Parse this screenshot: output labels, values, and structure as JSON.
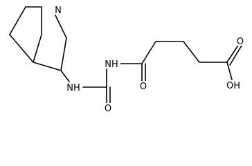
{
  "labels": {
    "n_ring": "N",
    "nh_left": "NH",
    "nh_center": "NH",
    "o_urea": "O",
    "o_amide": "O",
    "o_acid": "O",
    "oh_acid": "OH"
  }
}
